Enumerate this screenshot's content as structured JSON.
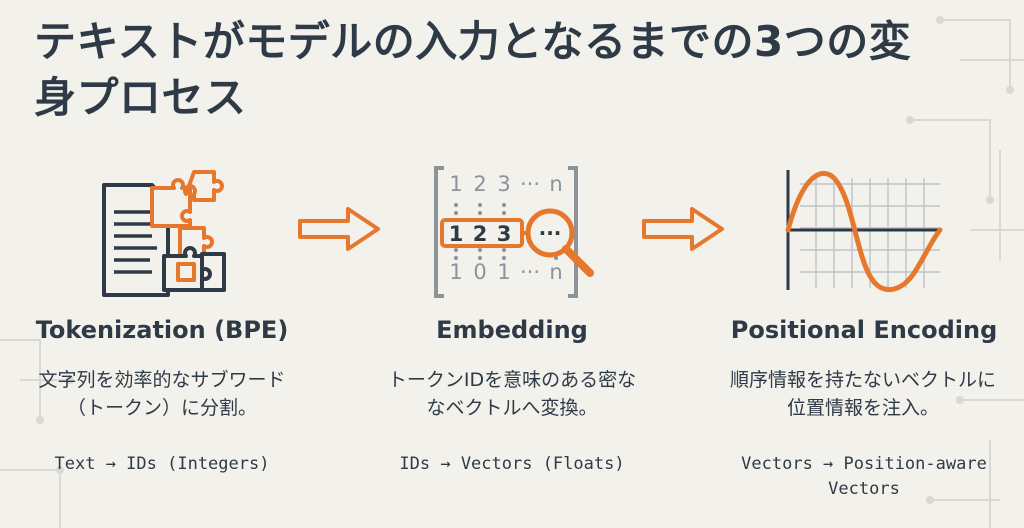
{
  "title": "テキストがモデルの入力となるまでの3つの変身プロセス",
  "colors": {
    "accent": "#e6782e",
    "ink": "#2f3a47",
    "background": "#f2f1ec",
    "grid": "#bfc4c9"
  },
  "stages": [
    {
      "icon": "document-puzzle-icon",
      "title": "Tokenization (BPE)",
      "description": "文字列を効率的なサブワード（トークン）に分割。",
      "mapping": "Text → IDs (Integers)"
    },
    {
      "icon": "matrix-magnifier-icon",
      "title": "Embedding",
      "description": "トークンIDを意味のある密ななベクトルへ変換。",
      "mapping": "IDs → Vectors (Floats)",
      "matrix": {
        "top_row": [
          "1",
          "2",
          "3",
          "···",
          "n"
        ],
        "middle_row": [
          "1",
          "2",
          "3"
        ],
        "magnified": "···",
        "bottom_row": [
          "1",
          "0",
          "1",
          "···",
          "n"
        ]
      }
    },
    {
      "icon": "sine-wave-grid-icon",
      "title": "Positional Encoding",
      "description": "順序情報を持たないベクトルに位置情報を注入。",
      "mapping": "Vectors → Position-aware Vectors"
    }
  ]
}
